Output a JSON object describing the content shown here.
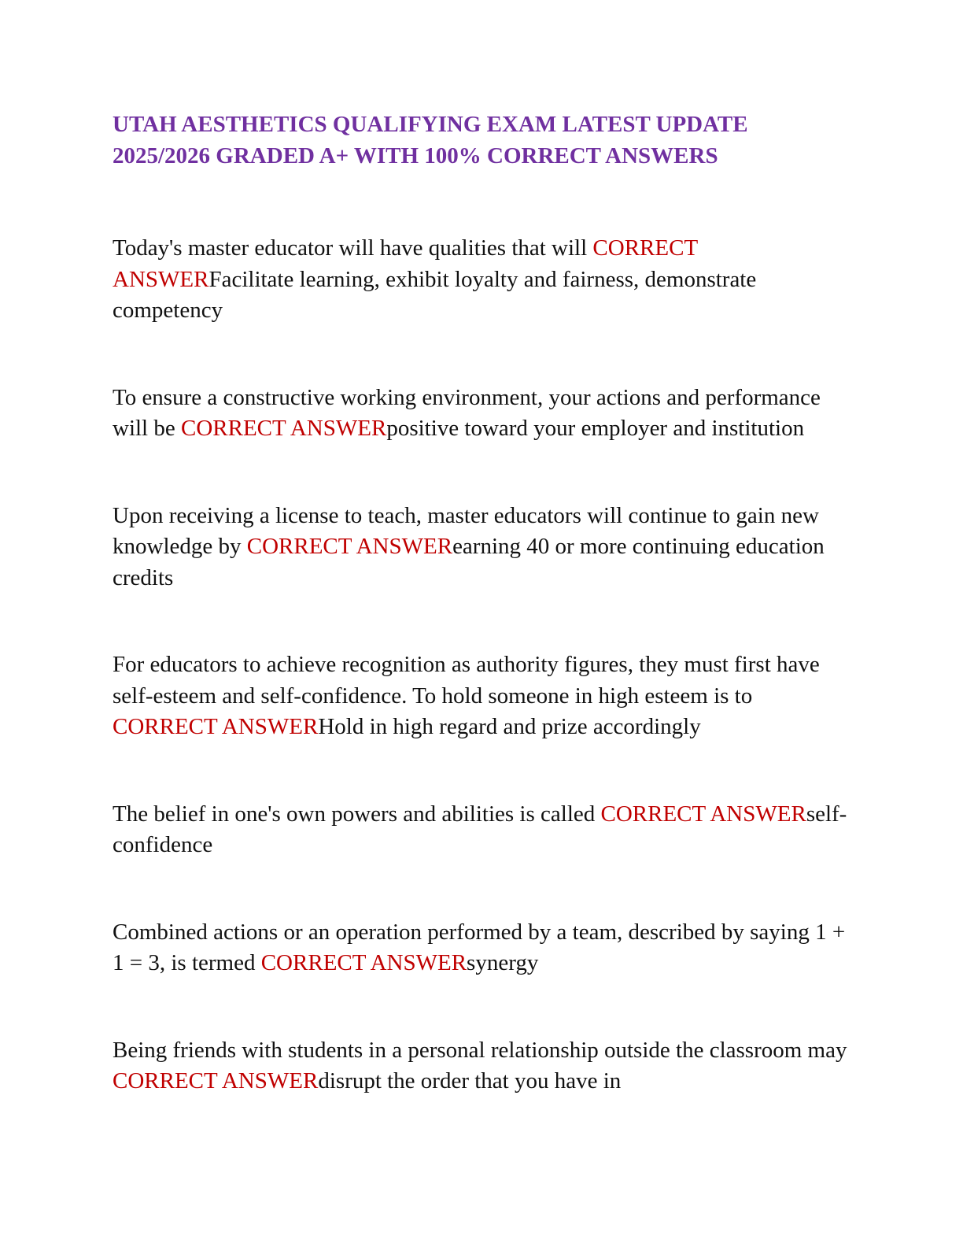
{
  "document": {
    "title": "UTAH AESTHETICS QUALIFYING EXAM LATEST UPDATE 2025/2026 GRADED A+ WITH 100% CORRECT ANSWERS",
    "answer_marker": "CORRECT ANSWER",
    "colors": {
      "title": "#7030a0",
      "marker": "#c00000",
      "text": "#111111"
    },
    "items": [
      {
        "question": "Today's master educator will have qualities that will ",
        "marker": "CORRECT ANSWER",
        "answer": "Facilitate learning, exhibit loyalty and fairness, demonstrate competency"
      },
      {
        "question": "To ensure a constructive working environment, your actions and performance will be ",
        "marker": "CORRECT ANSWER",
        "answer": "positive toward your employer and institution"
      },
      {
        "question": "Upon receiving a license to teach, master educators will continue to gain new knowledge by ",
        "marker": "CORRECT ANSWER",
        "answer": "earning 40 or more continuing education credits"
      },
      {
        "question": "For educators to achieve recognition as authority figures, they must first have self-esteem and self-confidence. To hold someone in high esteem is to ",
        "marker": "CORRECT ANSWER",
        "answer": "Hold in high regard and prize accordingly"
      },
      {
        "question": "The belief in one's own powers and abilities is called ",
        "marker": "CORRECT ANSWER",
        "answer": "self-confidence"
      },
      {
        "question": "Combined actions or an operation performed by a team, described by saying 1 + 1 = 3, is termed ",
        "marker": "CORRECT ANSWER",
        "answer": "synergy"
      },
      {
        "question": "Being friends with students in a personal relationship outside the classroom may ",
        "marker": "CORRECT ANSWER",
        "answer": "disrupt the order that you have in"
      }
    ]
  }
}
